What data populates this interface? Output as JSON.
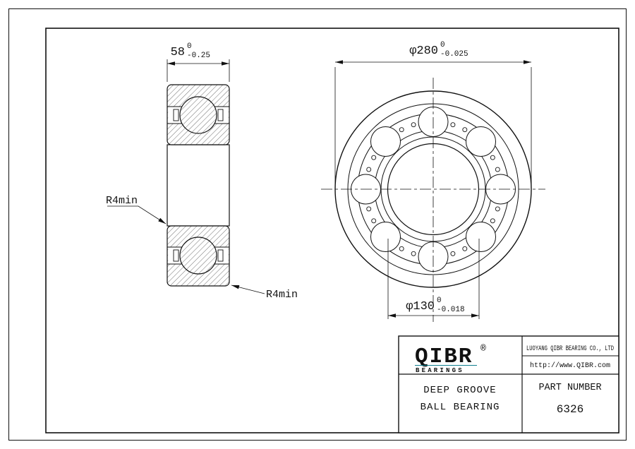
{
  "views": {
    "left": {
      "width_dim": {
        "value": "58",
        "upper": "0",
        "lower": "-0.25"
      },
      "fillet_left": "R4min",
      "fillet_right": "R4min"
    },
    "front": {
      "od_dim": {
        "value": "φ280",
        "upper": "0",
        "lower": "-0.025"
      },
      "bore_dim": {
        "value": "φ130",
        "upper": "0",
        "lower": "-0.018"
      }
    }
  },
  "title_block": {
    "logo_text": "QIBR",
    "logo_registered": "®",
    "logo_sub": "BEARINGS",
    "logo_color": "#0f7e8e",
    "registered_color": "#cc2222",
    "company_name": "LUOYANG QIBR BEARING CO., LTD",
    "website": "http://www.QIBR.com",
    "company_color": "#993333",
    "product_line1": "DEEP GROOVE",
    "product_line2": "BALL BEARING",
    "part_number_label": "PART NUMBER",
    "part_number_value": "6326"
  }
}
